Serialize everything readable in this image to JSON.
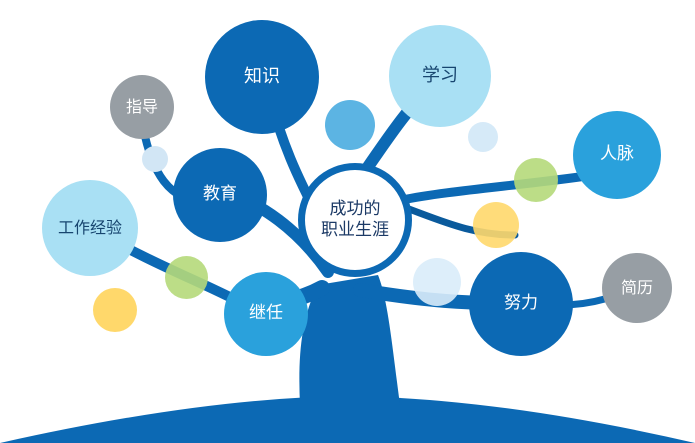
{
  "center": {
    "line1": "成功的",
    "line2": "职业生涯"
  },
  "nodes": {
    "knowledge": "知识",
    "learning": "学习",
    "guidance": "指导",
    "education": "教育",
    "network": "人脉",
    "work_experience": "工作经验",
    "succession": "继任",
    "effort": "努力",
    "resume": "简历"
  },
  "colors": {
    "trunk_blue": "#0c69b4",
    "mid_blue": "#2aa1dc",
    "light_blue": "#a9e0f4",
    "gray": "#979ea4",
    "green_accent": "#b5d97a",
    "yellow_accent": "#ffd86b"
  }
}
